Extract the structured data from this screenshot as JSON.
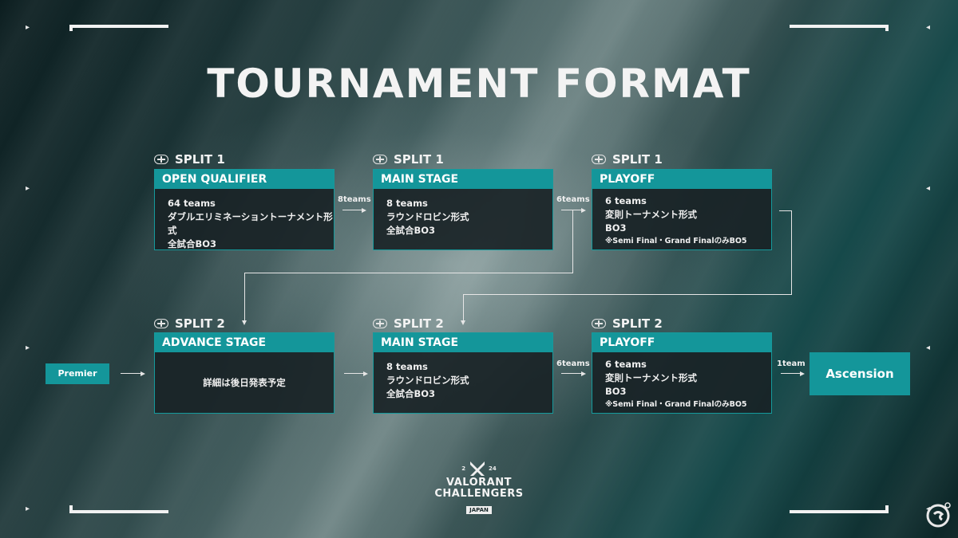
{
  "title": "TOURNAMENT FORMAT",
  "cards": [
    {
      "split": "SPLIT 1",
      "head": "OPEN QUALIFIER",
      "lines": [
        "64 teams",
        "ダブルエリミネーショントーナメント形式",
        "全試合BO3"
      ]
    },
    {
      "split": "SPLIT 1",
      "head": "MAIN STAGE",
      "lines": [
        "8 teams",
        "ラウンドロビン形式",
        "全試合BO3"
      ]
    },
    {
      "split": "SPLIT 1",
      "head": "PLAYOFF",
      "lines": [
        "6 teams",
        "変則トーナメント形式",
        "BO3"
      ],
      "note": "※Semi Final・Grand FinalのみBO5"
    },
    {
      "split": "SPLIT 2",
      "head": "ADVANCE STAGE",
      "lines": [
        "詳細は後日発表予定"
      ]
    },
    {
      "split": "SPLIT 2",
      "head": "MAIN STAGE",
      "lines": [
        "8 teams",
        "ラウンドロビン形式",
        "全試合BO3"
      ]
    },
    {
      "split": "SPLIT 2",
      "head": "PLAYOFF",
      "lines": [
        "6 teams",
        "変則トーナメント形式",
        "BO3"
      ],
      "note": "※Semi Final・Grand FinalのみBO5"
    }
  ],
  "connectors": {
    "r1a": "8teams",
    "r1b": "6teams",
    "r2b": "6teams",
    "r2c": "1team"
  },
  "premier": "Premier",
  "ascension": "Ascension",
  "logo": {
    "year_left": "2",
    "year_right": "24",
    "name_line1": "VALORANT",
    "name_line2": "CHALLENGERS",
    "region": "JAPAN"
  },
  "colors": {
    "accent": "#14969a",
    "card_bg": "#1a2326"
  }
}
